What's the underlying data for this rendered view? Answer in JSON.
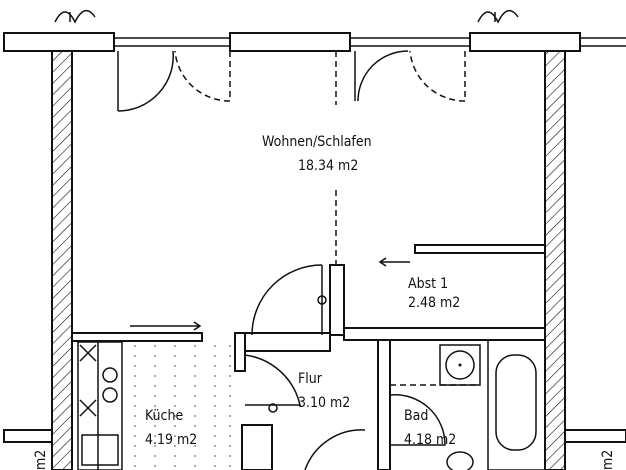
{
  "rooms": {
    "wohnen": {
      "name": "Wohnen/Schlafen",
      "area": "18.34 m2"
    },
    "abst": {
      "name": "Abst 1",
      "area": "2.48 m2"
    },
    "kueche": {
      "name": "Küche",
      "area": "4.19 m2"
    },
    "flur": {
      "name": "Flur",
      "area": "3.10 m2"
    },
    "bad": {
      "name": "Bad",
      "area": "4.18 m2"
    }
  },
  "edge_fragments": {
    "left": "m2",
    "right": "m2"
  }
}
